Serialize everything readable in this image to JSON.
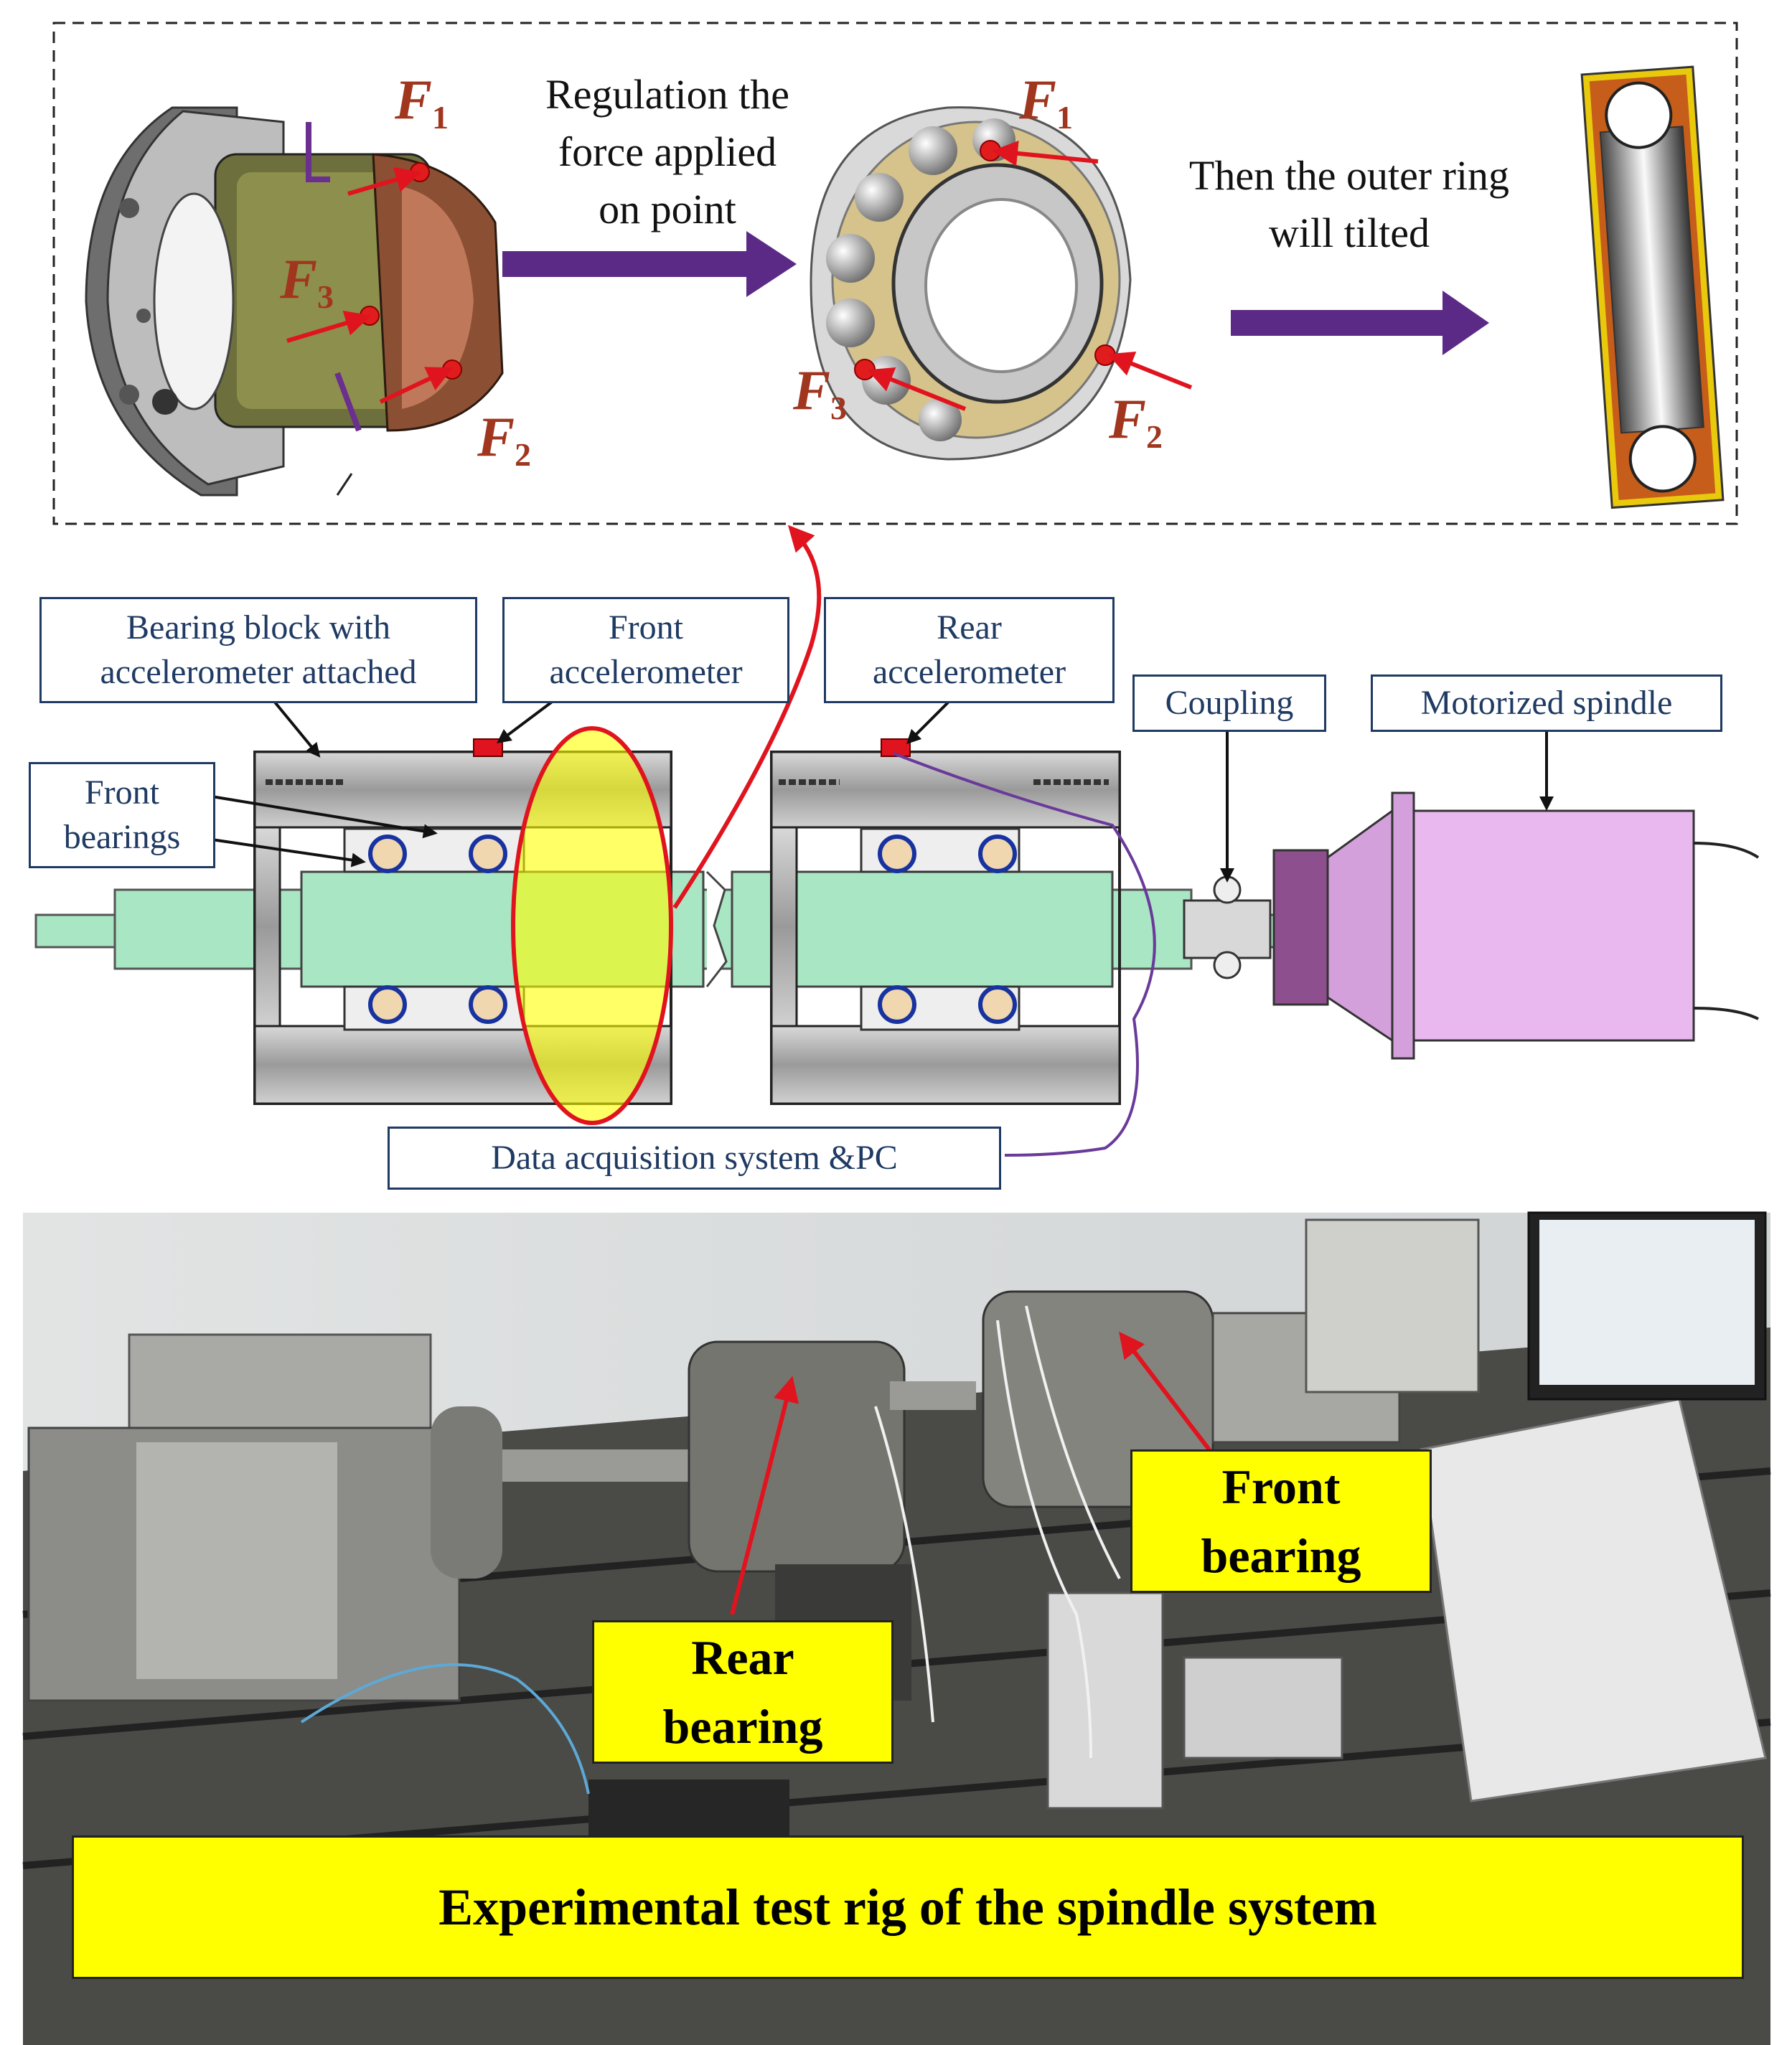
{
  "top_panel": {
    "step1_text": [
      "Regulation the",
      "force  applied",
      "on point"
    ],
    "step2_text": [
      "Then the outer ring",
      "will tilted"
    ],
    "forces_left": {
      "f1": "F",
      "f1_sub": "1",
      "f2": "F",
      "f2_sub": "2",
      "f3": "F",
      "f3_sub": "3"
    },
    "forces_mid": {
      "f1": "F",
      "f1_sub": "1",
      "f2": "F",
      "f2_sub": "2",
      "f3": "F",
      "f3_sub": "3"
    }
  },
  "schematic": {
    "bearing_block": [
      "Bearing block with",
      "accelerometer attached"
    ],
    "front_accel": [
      "Front",
      "accelerometer"
    ],
    "rear_accel": [
      "Rear",
      "accelerometer"
    ],
    "coupling": "Coupling",
    "motor": "Motorized spindle",
    "front_bearings": [
      "Front",
      "bearings"
    ],
    "daq": "Data acquisition system &PC"
  },
  "photo": {
    "front_bearing": [
      "Front",
      "bearing"
    ],
    "rear_bearing": [
      "Rear",
      "bearing"
    ],
    "caption": "Experimental test rig of the spindle system"
  },
  "colors": {
    "arrow_purple": "#5b2a86",
    "label_border": "#1f3a63",
    "force_text": "#a1361f",
    "highlight_yellow": "#ffff00",
    "red_arrow": "#e0141e",
    "shaft_green": "#a8e6c4",
    "motor_pink": "#e8b8ef"
  }
}
